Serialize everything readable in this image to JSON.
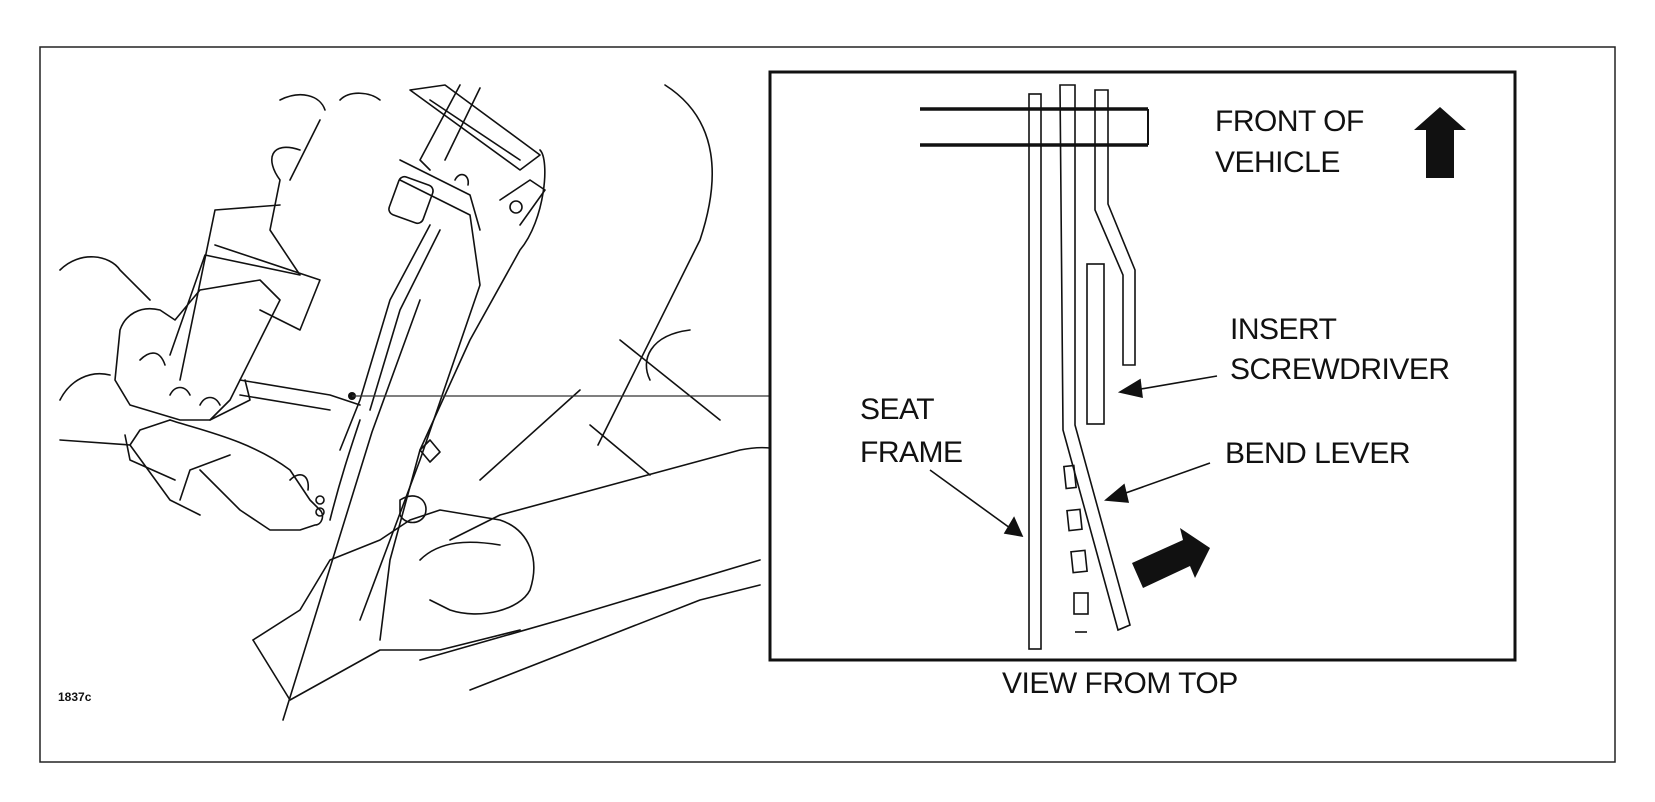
{
  "figure": {
    "id_label": "1837c",
    "caption": "VIEW FROM TOP"
  },
  "inset": {
    "labels": {
      "front_line1": "FRONT OF",
      "front_line2": "VEHICLE",
      "insert_line1": "INSERT",
      "insert_line2": "SCREWDRIVER",
      "seat_line1": "SEAT",
      "seat_line2": "FRAME",
      "bend": "BEND LEVER"
    },
    "icons": [
      "arrow-up-icon",
      "arrow-right-up-icon"
    ]
  },
  "illustration": {
    "subject": "hands inserting screwdriver between seat belt buckle and seat frame"
  },
  "colors": {
    "ink": "#111111",
    "paper": "#ffffff"
  }
}
